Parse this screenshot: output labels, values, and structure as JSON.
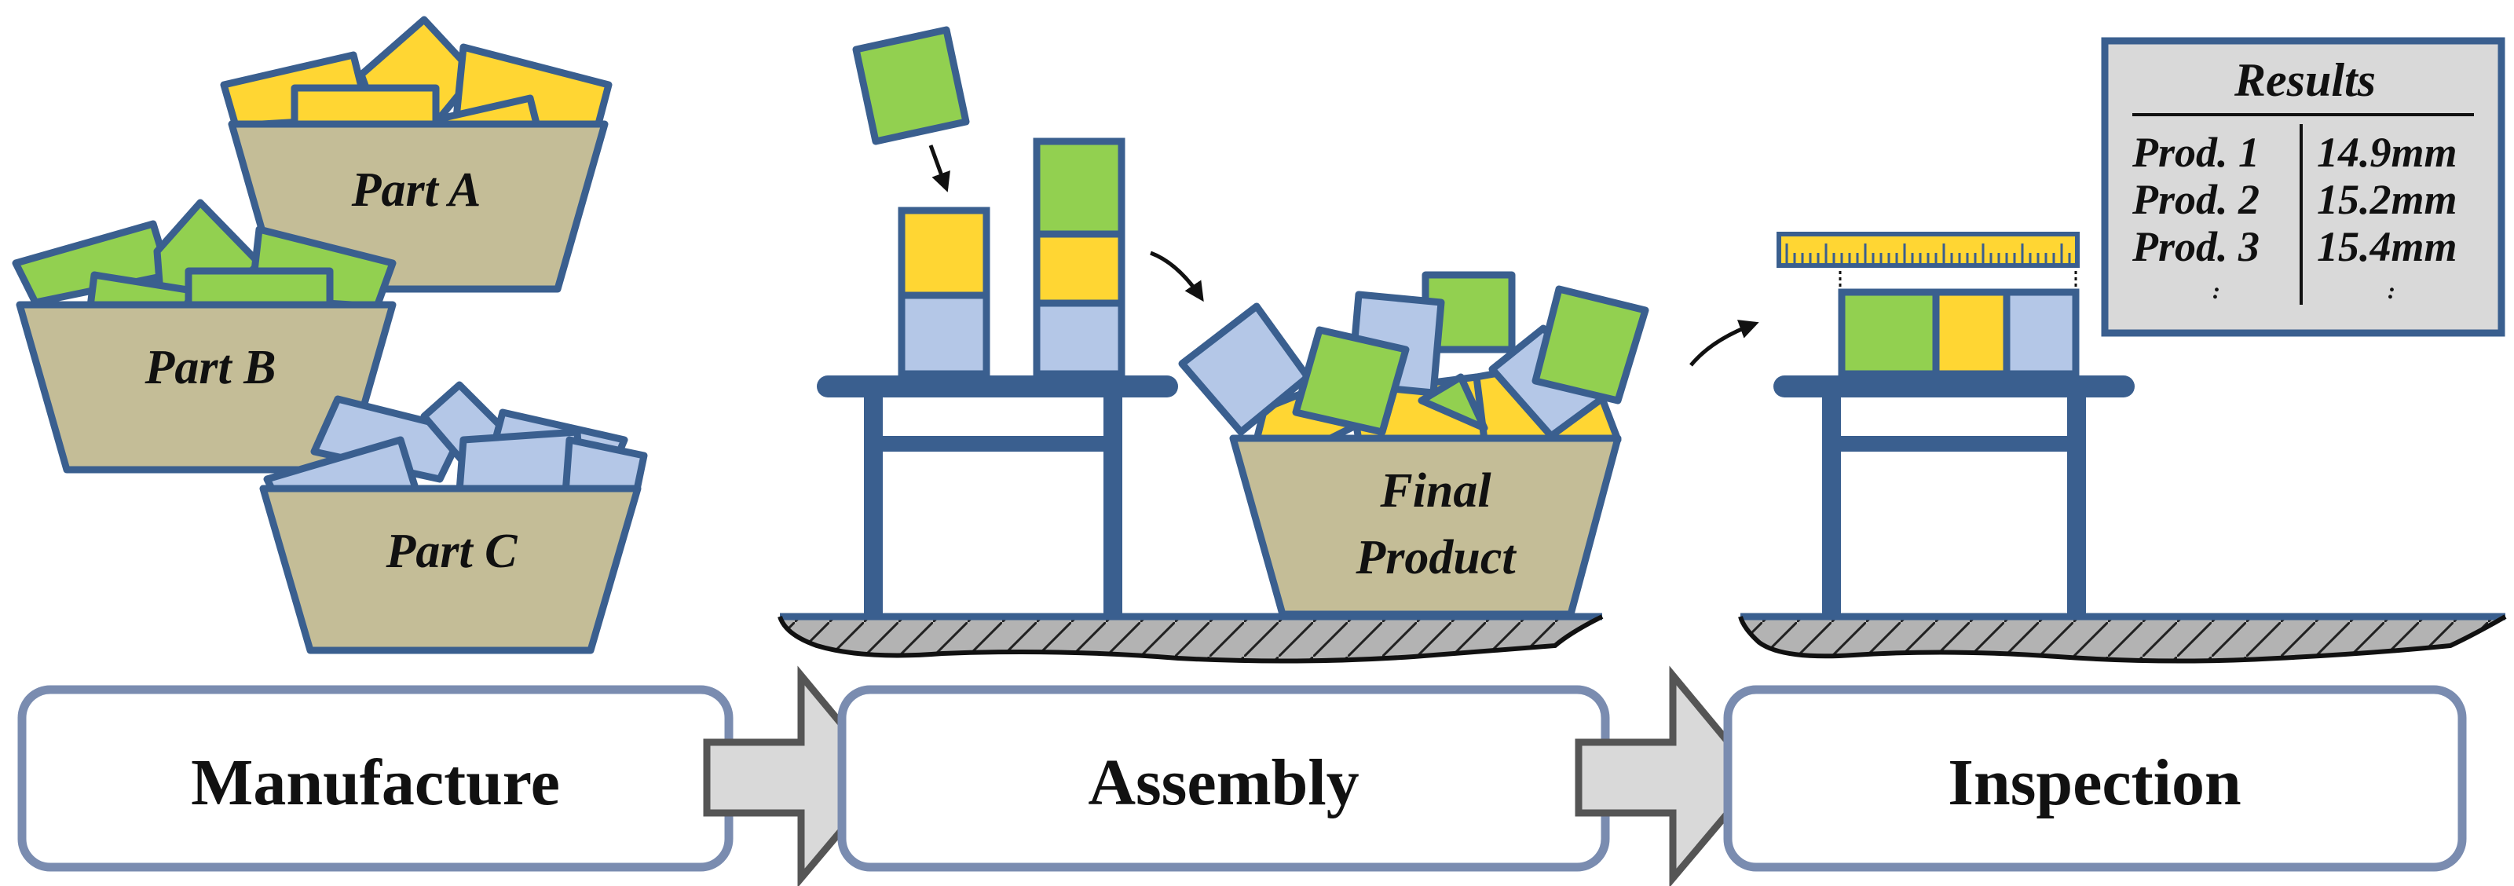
{
  "colors": {
    "yellow": "#FFD633",
    "green": "#92D050",
    "blue": "#B4C7E7",
    "outline": "#3A5F8F",
    "bin": "#C4BD97",
    "table": "#3A5F8F",
    "floor": "#B3B3B3",
    "panel": "#D9D9D9",
    "arrow": "#D9D9D9",
    "arrow_outline": "#555555",
    "stage_border": "#7A8CB0"
  },
  "bins": {
    "part_a": "Part A",
    "part_b": "Part B",
    "part_c": "Part C",
    "final_line1": "Final",
    "final_line2": "Product"
  },
  "results": {
    "title": "Results",
    "rows": [
      {
        "product": "Prod. 1",
        "value": "14.9mm"
      },
      {
        "product": "Prod. 2",
        "value": "15.2mm"
      },
      {
        "product": "Prod. 3",
        "value": "15.4mm"
      }
    ],
    "ellipsis_left": ":",
    "ellipsis_right": ":"
  },
  "stages": {
    "manufacture": "Manufacture",
    "assembly": "Assembly",
    "inspection": "Inspection"
  }
}
